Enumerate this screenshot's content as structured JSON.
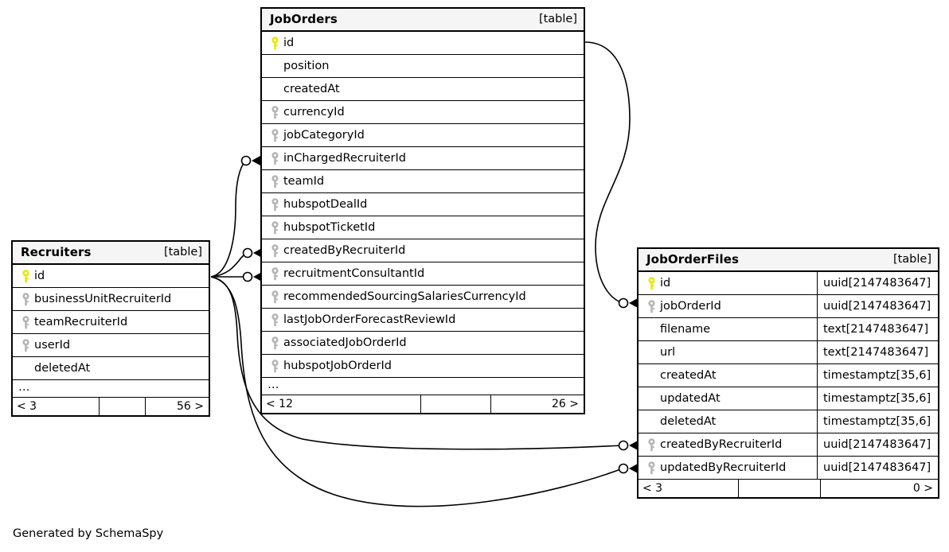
{
  "diagram": {
    "caption": "Generated by SchemaSpy",
    "table_kind_label": "[table]",
    "ellipsis": "…",
    "colors": {
      "primary_key": "#e8e800",
      "foreign_key": "#b5b5b5",
      "table_border": "#000000",
      "header_fill": "#f5f5f5",
      "background": "#ffffff",
      "edge": "#000000"
    }
  },
  "tables": {
    "joborders": {
      "name": "JobOrders",
      "kind": "[table]",
      "columns": [
        {
          "name": "id",
          "key": "primary"
        },
        {
          "name": "position",
          "key": "none"
        },
        {
          "name": "createdAt",
          "key": "none"
        },
        {
          "name": "currencyId",
          "key": "foreign"
        },
        {
          "name": "jobCategoryId",
          "key": "foreign"
        },
        {
          "name": "inChargedRecruiterId",
          "key": "foreign"
        },
        {
          "name": "teamId",
          "key": "foreign"
        },
        {
          "name": "hubspotDealId",
          "key": "foreign"
        },
        {
          "name": "hubspotTicketId",
          "key": "foreign"
        },
        {
          "name": "createdByRecruiterId",
          "key": "foreign"
        },
        {
          "name": "recruitmentConsultantId",
          "key": "foreign"
        },
        {
          "name": "recommendedSourcingSalariesCurrencyId",
          "key": "foreign"
        },
        {
          "name": "lastJobOrderForecastReviewId",
          "key": "foreign"
        },
        {
          "name": "associatedJobOrderId",
          "key": "foreign"
        },
        {
          "name": "hubspotJobOrderId",
          "key": "foreign"
        }
      ],
      "footer": {
        "left": "< 12",
        "middle": "",
        "right": "26 >"
      }
    },
    "recruiters": {
      "name": "Recruiters",
      "kind": "[table]",
      "columns": [
        {
          "name": "id",
          "key": "primary"
        },
        {
          "name": "businessUnitRecruiterId",
          "key": "foreign"
        },
        {
          "name": "teamRecruiterId",
          "key": "foreign"
        },
        {
          "name": "userId",
          "key": "foreign"
        },
        {
          "name": "deletedAt",
          "key": "none"
        }
      ],
      "footer": {
        "left": "< 3",
        "middle": "",
        "right": "56 >"
      }
    },
    "joborderfiles": {
      "name": "JobOrderFiles",
      "kind": "[table]",
      "columns": [
        {
          "name": "id",
          "key": "primary",
          "type": "uuid[2147483647]"
        },
        {
          "name": "jobOrderId",
          "key": "foreign",
          "type": "uuid[2147483647]"
        },
        {
          "name": "filename",
          "key": "none",
          "type": "text[2147483647]"
        },
        {
          "name": "url",
          "key": "none",
          "type": "text[2147483647]"
        },
        {
          "name": "createdAt",
          "key": "none",
          "type": "timestamptz[35,6]"
        },
        {
          "name": "updatedAt",
          "key": "none",
          "type": "timestamptz[35,6]"
        },
        {
          "name": "deletedAt",
          "key": "none",
          "type": "timestamptz[35,6]"
        },
        {
          "name": "createdByRecruiterId",
          "key": "foreign",
          "type": "uuid[2147483647]"
        },
        {
          "name": "updatedByRecruiterId",
          "key": "foreign",
          "type": "uuid[2147483647]"
        }
      ],
      "footer": {
        "left": "< 3",
        "middle": "",
        "right": "0 >"
      }
    }
  },
  "relationships": [
    {
      "from_table": "Recruiters",
      "from_column": "id",
      "to_table": "JobOrders",
      "to_column": "inChargedRecruiterId"
    },
    {
      "from_table": "Recruiters",
      "from_column": "id",
      "to_table": "JobOrders",
      "to_column": "createdByRecruiterId"
    },
    {
      "from_table": "Recruiters",
      "from_column": "id",
      "to_table": "JobOrders",
      "to_column": "recruitmentConsultantId"
    },
    {
      "from_table": "Recruiters",
      "from_column": "id",
      "to_table": "JobOrderFiles",
      "to_column": "createdByRecruiterId"
    },
    {
      "from_table": "Recruiters",
      "from_column": "id",
      "to_table": "JobOrderFiles",
      "to_column": "updatedByRecruiterId"
    },
    {
      "from_table": "JobOrders",
      "from_column": "id",
      "to_table": "JobOrderFiles",
      "to_column": "jobOrderId"
    }
  ]
}
